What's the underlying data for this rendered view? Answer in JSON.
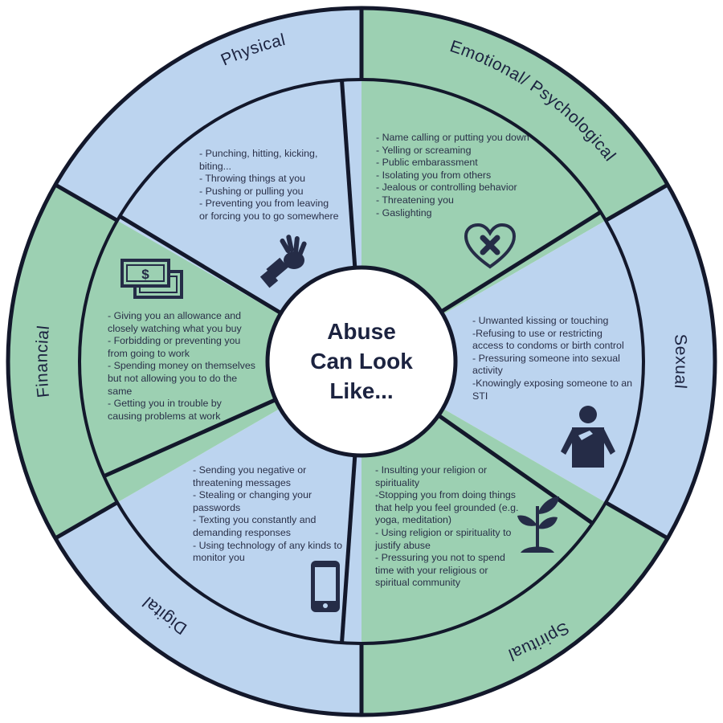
{
  "center": {
    "lines": [
      "Abuse",
      "Can Look",
      "Like..."
    ]
  },
  "colors": {
    "blue": "#bcd4ef",
    "green": "#9cd0b2",
    "outline": "#13182b",
    "icon": "#252c47",
    "text": "#2a3048"
  },
  "segments": {
    "physical": {
      "label": "Physical",
      "fill": "blue",
      "icon": "hand-wave-icon",
      "items": [
        "- Punching, hitting, kicking, biting...",
        "- Throwing things at you",
        "- Pushing or pulling you",
        "- Preventing you from leaving or forcing you to go somewhere"
      ]
    },
    "emotional": {
      "label": "Emotional/ Psychological",
      "fill": "green",
      "icon": "broken-heart-icon",
      "items": [
        "- Name calling or putting you down",
        "- Yelling or screaming",
        "- Public embarassment",
        "- Isolating you from others",
        "- Jealous or controlling behavior",
        "- Threatening you",
        "- Gaslighting"
      ]
    },
    "sexual": {
      "label": "Sexual",
      "fill": "blue",
      "icon": "person-touched-icon",
      "items": [
        "- Unwanted kissing or touching",
        "-Refusing to use or restricting access to condoms or birth control",
        "- Pressuring someone into sexual activity",
        "-Knowingly exposing someone to an STI"
      ]
    },
    "spiritual": {
      "label": "Spiritual",
      "fill": "green",
      "icon": "plant-sprout-icon",
      "items": [
        "- Insulting your religion or spirituality",
        "-Stopping you from doing things that help you feel grounded (e.g. yoga, meditation)",
        "- Using religion or spirituality to justify abuse",
        "- Pressuring you not to spend time with your religious or spiritual community"
      ]
    },
    "digital": {
      "label": "Digital",
      "fill": "blue",
      "icon": "smartphone-icon",
      "items": [
        "- Sending you negative or threatening messages",
        "- Stealing or changing your passwords",
        "- Texting you constantly and demanding responses",
        "- Using technology of any kinds to monitor you"
      ]
    },
    "financial": {
      "label": "Financial",
      "fill": "green",
      "icon": "dollar-bills-icon",
      "items": [
        "- Giving you an allowance and closely watching what you buy",
        "- Forbidding or preventing you from going to work",
        "- Spending money on themselves but not allowing you to do the same",
        "- Getting you in trouble by causing problems at work"
      ]
    }
  }
}
